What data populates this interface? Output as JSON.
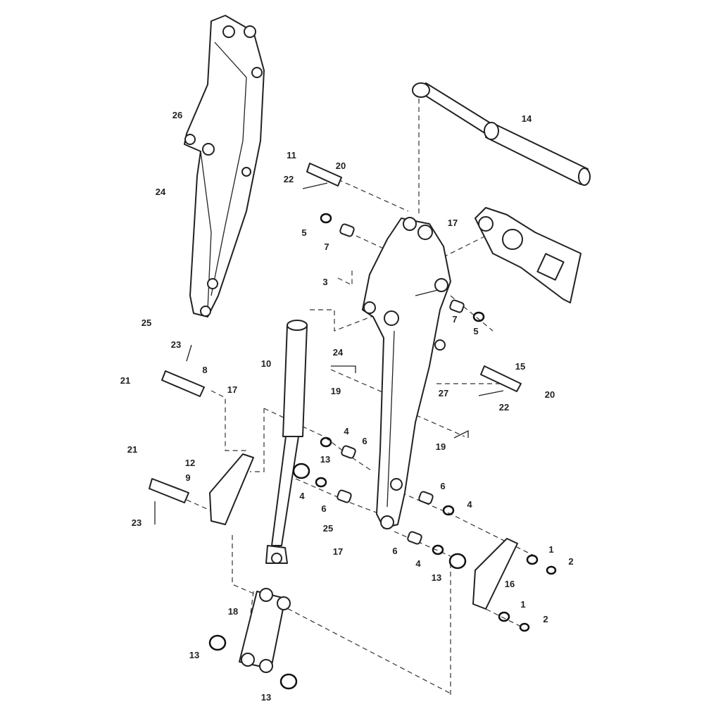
{
  "diagram": {
    "title": "Boom assembly exploded parts view",
    "callouts": [
      {
        "label": "26"
      },
      {
        "label": "24"
      },
      {
        "label": "25"
      },
      {
        "label": "11"
      },
      {
        "label": "20"
      },
      {
        "label": "22"
      },
      {
        "label": "14"
      },
      {
        "label": "5"
      },
      {
        "label": "7"
      },
      {
        "label": "17"
      },
      {
        "label": "3"
      },
      {
        "label": "7"
      },
      {
        "label": "5"
      },
      {
        "label": "23"
      },
      {
        "label": "8"
      },
      {
        "label": "21"
      },
      {
        "label": "17"
      },
      {
        "label": "10"
      },
      {
        "label": "24"
      },
      {
        "label": "19"
      },
      {
        "label": "27"
      },
      {
        "label": "15"
      },
      {
        "label": "22"
      },
      {
        "label": "20"
      },
      {
        "label": "4"
      },
      {
        "label": "6"
      },
      {
        "label": "19"
      },
      {
        "label": "21"
      },
      {
        "label": "12"
      },
      {
        "label": "9"
      },
      {
        "label": "13"
      },
      {
        "label": "4"
      },
      {
        "label": "6"
      },
      {
        "label": "6"
      },
      {
        "label": "4"
      },
      {
        "label": "25"
      },
      {
        "label": "23"
      },
      {
        "label": "17"
      },
      {
        "label": "6"
      },
      {
        "label": "4"
      },
      {
        "label": "13"
      },
      {
        "label": "1"
      },
      {
        "label": "2"
      },
      {
        "label": "16"
      },
      {
        "label": "1"
      },
      {
        "label": "2"
      },
      {
        "label": "18"
      },
      {
        "label": "13"
      },
      {
        "label": "13"
      }
    ]
  }
}
